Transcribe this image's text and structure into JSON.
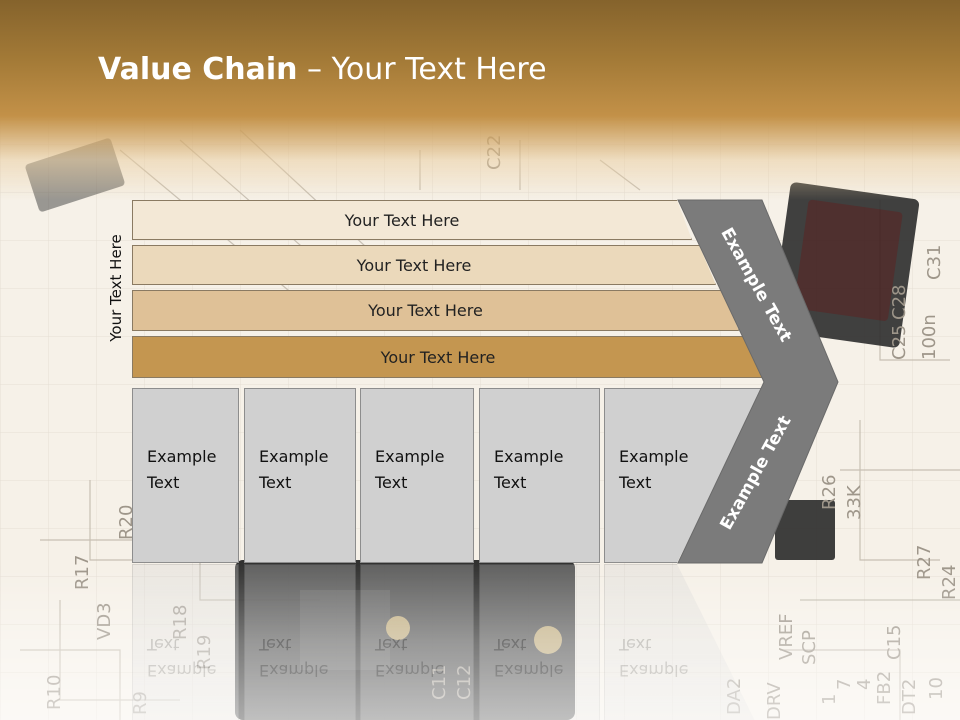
{
  "slide": {
    "title_bold": "Value Chain",
    "title_rest": " – Your Text Here",
    "side_label": "Your Text Here",
    "bands": [
      {
        "label": "Your Text Here",
        "color": "#f3e8d6"
      },
      {
        "label": "Your Text Here",
        "color": "#ebd9bb"
      },
      {
        "label": "Your Text Here",
        "color": "#dfc197"
      },
      {
        "label": "Your Text Here",
        "color": "#c49650"
      }
    ],
    "boxes": [
      {
        "line1": "Example",
        "line2": "Text"
      },
      {
        "line1": "Example",
        "line2": "Text"
      },
      {
        "line1": "Example",
        "line2": "Text"
      },
      {
        "line1": "Example",
        "line2": "Text"
      },
      {
        "line1": "Example",
        "line2": "Text"
      }
    ],
    "chevron_upper_label": "Example Text",
    "chevron_lower_label": "Example Text",
    "background_labels": [
      "C28",
      "C25",
      "C31",
      "R26",
      "R27",
      "R24",
      "C15",
      "R17",
      "VD3",
      "R18",
      "R19",
      "R20",
      "R10",
      "R9",
      "C12",
      "SCP",
      "DRV",
      "DA2",
      "VREF",
      "FB2",
      "DT2",
      "C22",
      "33K",
      "100n",
      "C11",
      "10",
      "7",
      "1",
      "4"
    ],
    "colors": {
      "header_dark": "#85632c",
      "header_light": "#c39148",
      "chevron": "#7b7b7b",
      "box_fill": "#d0d0d0"
    }
  }
}
